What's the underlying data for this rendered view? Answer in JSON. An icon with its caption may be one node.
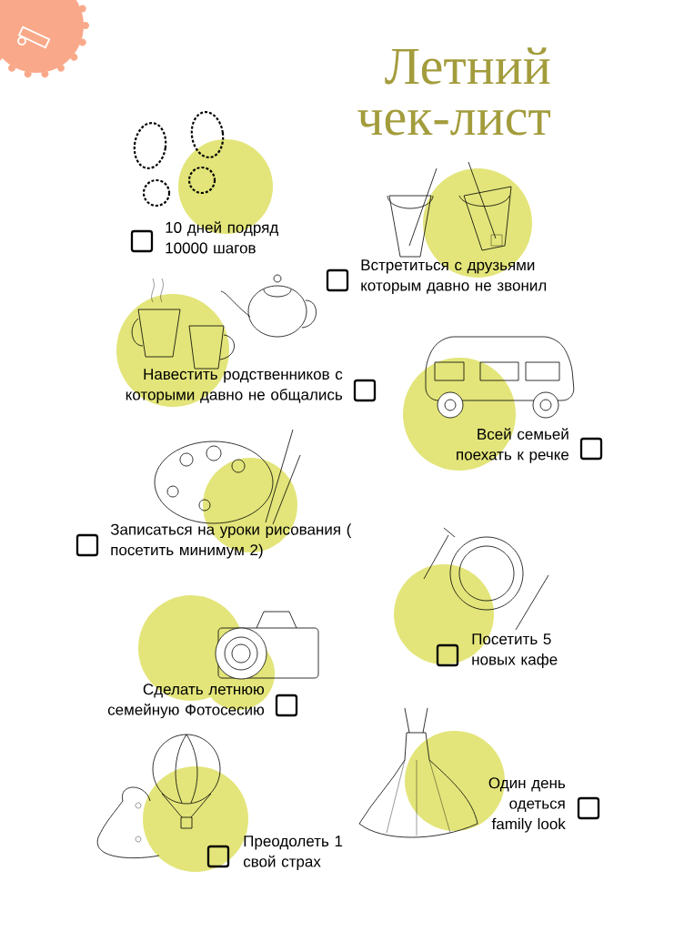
{
  "diagram": {
    "title": "Летний чек-лист",
    "labels": [
      "10 дней подряд 10000 шагов",
      "Встретиться с друзьями которым давно не звонил",
      "Навестить родственников с которыми давно не общались",
      "Всей семьей поехать к речке",
      "Записаться на уроки рисования ( посетить минимум 2)",
      "Посетить 5 новых кафе",
      "Сделать летнюю семейную Фотосесию",
      "Преодолеть 1 свой страх",
      "Один день одеться family look"
    ]
  }
}
